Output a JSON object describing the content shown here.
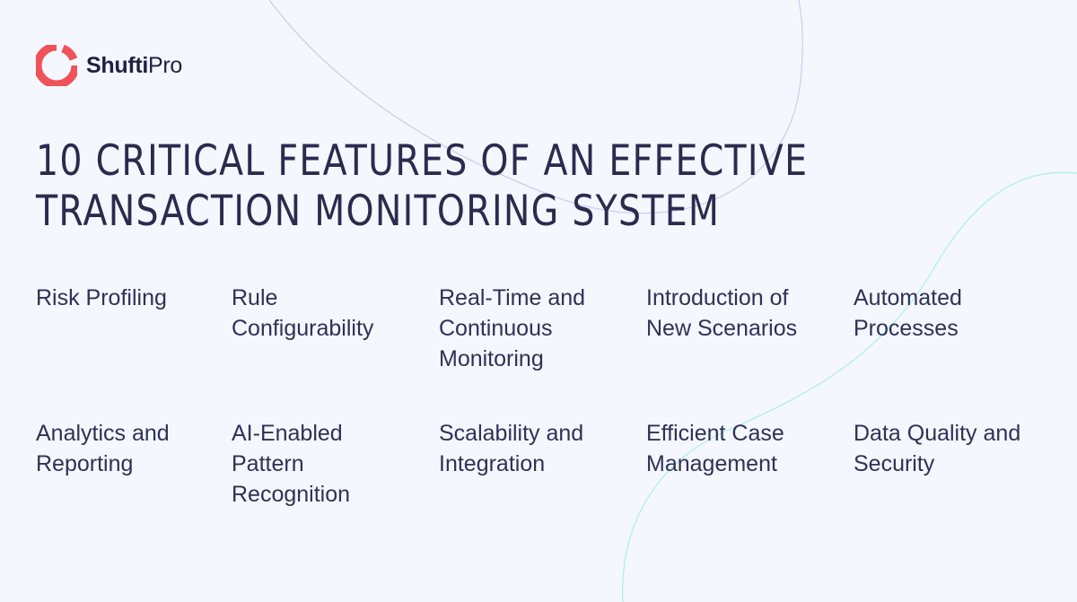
{
  "logo": {
    "word_bold": "Shufti",
    "word_light": "Pro",
    "brand_color": "#f0525a"
  },
  "title": {
    "line1": "10 CRITICAL FEATURES OF AN EFFECTIVE",
    "line2": "TRANSACTION MONITORING SYSTEM"
  },
  "features": [
    "Risk Profiling",
    "Rule Configurability",
    "Real-Time and Continuous Monitoring",
    "Introduction of New Scenarios",
    "Automated Processes",
    "Analytics and Reporting",
    "AI-Enabled Pattern Recognition",
    "Scalability and Integration",
    "Efficient Case Management",
    "Data Quality and Security"
  ],
  "colors": {
    "background": "#f4f7fd",
    "text": "#2a2b4d",
    "curve_purple": "#c9cbf3",
    "curve_teal": "#aeeee6"
  }
}
